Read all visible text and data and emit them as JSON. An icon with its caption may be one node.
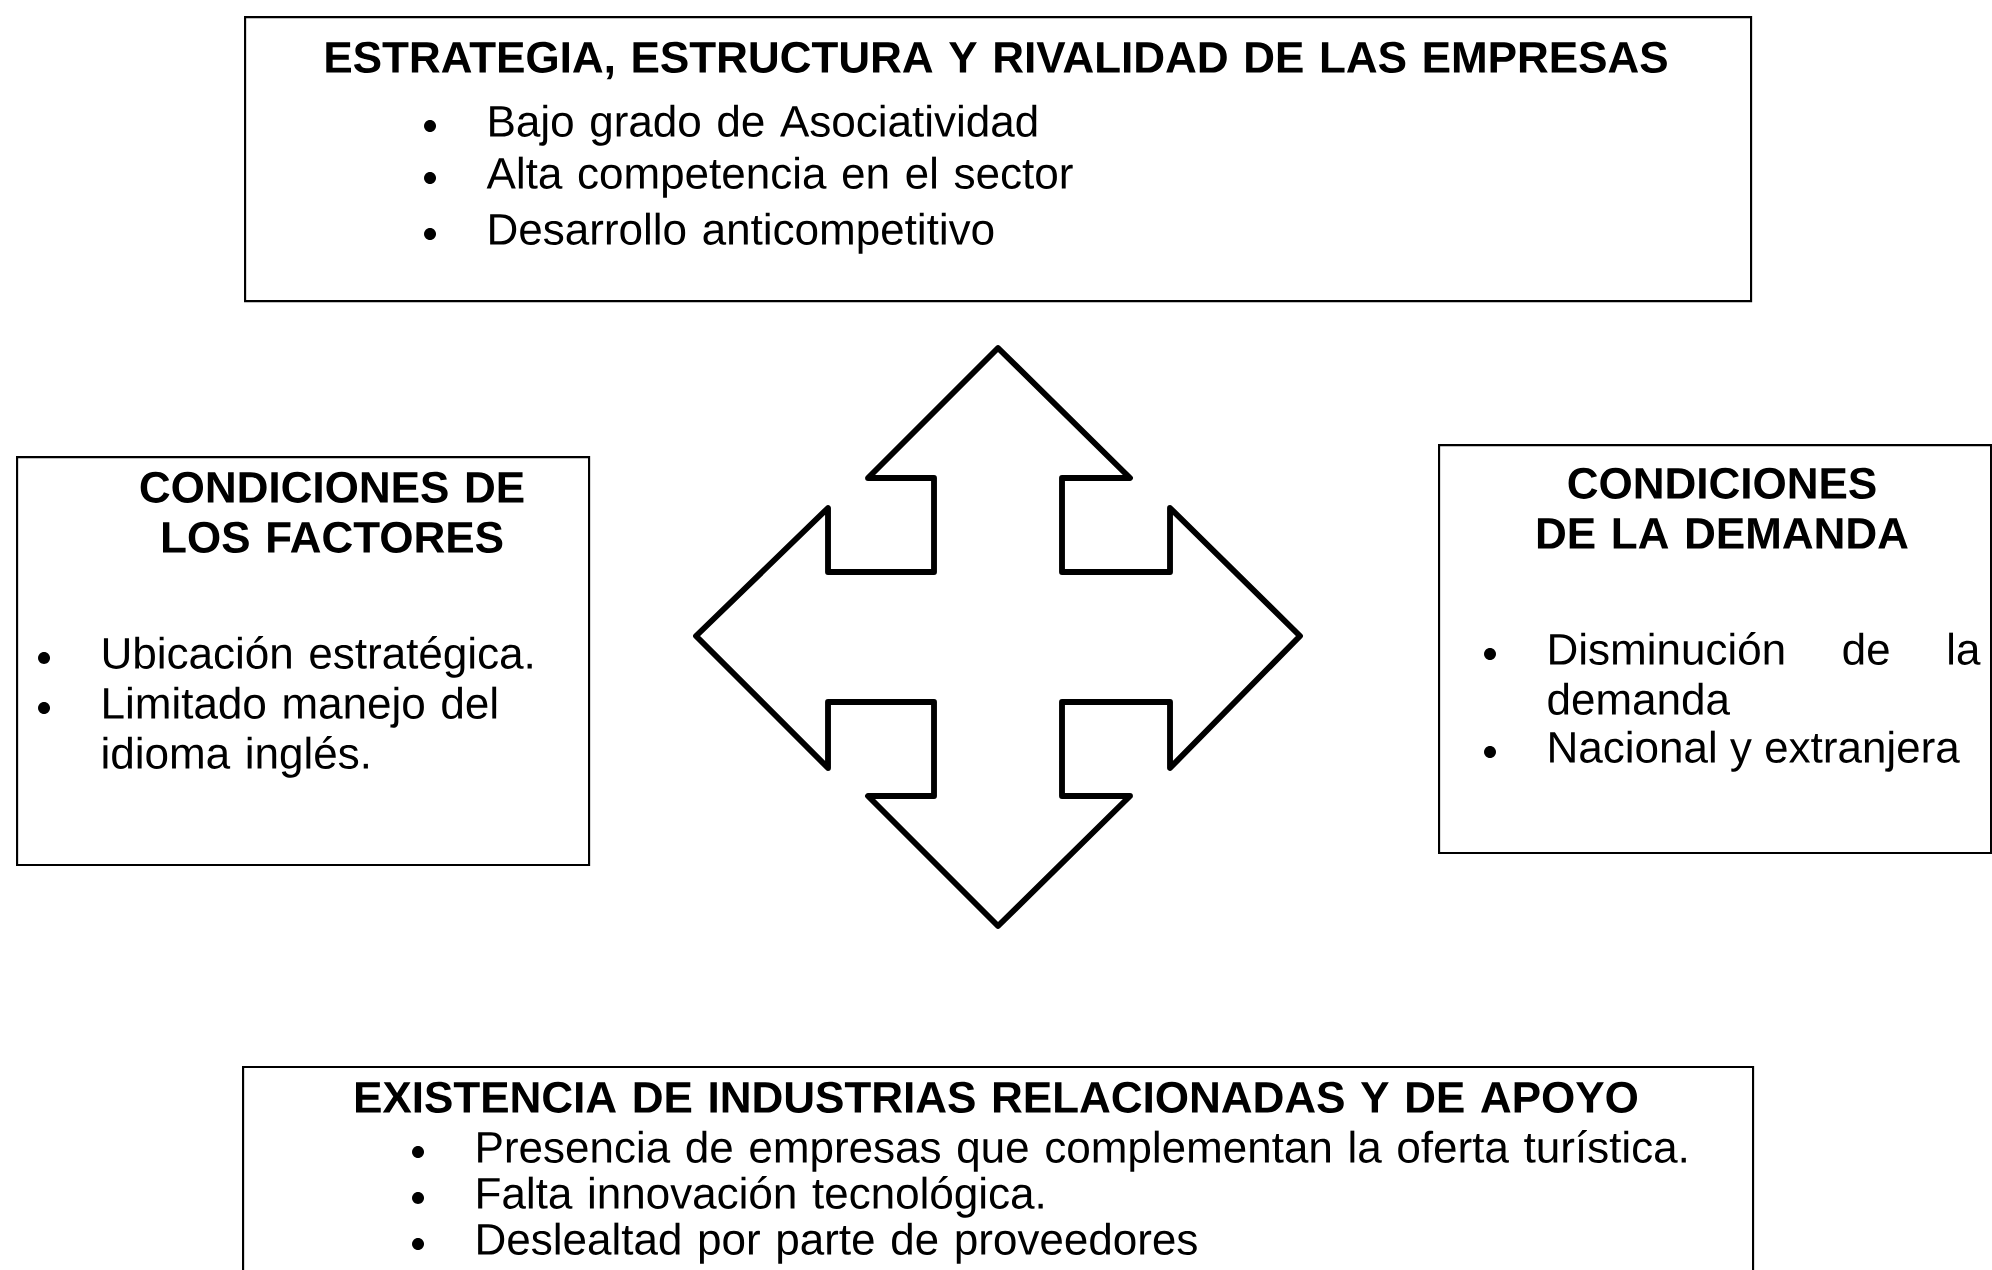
{
  "diagram": {
    "nodes": [
      {
        "text": [
          "ESTRATEGIA, ESTRUCTURA Y RIVALIDAD DE LAS EMPRESAS",
          "Bajo grado de Asociatividad",
          "Alta competencia en el sector",
          "Desarrollo anticompetitivo"
        ]
      },
      {
        "text": [
          "CONDICIONES DE LOS FACTORES",
          "Ubicación estratégica.",
          "Limitado manejo del idioma inglés."
        ]
      },
      {
        "text": [],
        "shape": "cross"
      },
      {
        "text": [
          "CONDICIONES DE LA DEMANDA",
          "Disminución de la demanda",
          "Nacional y extranjera"
        ]
      },
      {
        "text": [
          "EXISTENCIA DE INDUSTRIAS RELACIONADAS Y DE APOYO",
          "Presencia de empresas que complementan la oferta turística.",
          "Falta innovación tecnológica.",
          "Deslealtad por parte de proveedores"
        ]
      }
    ]
  }
}
